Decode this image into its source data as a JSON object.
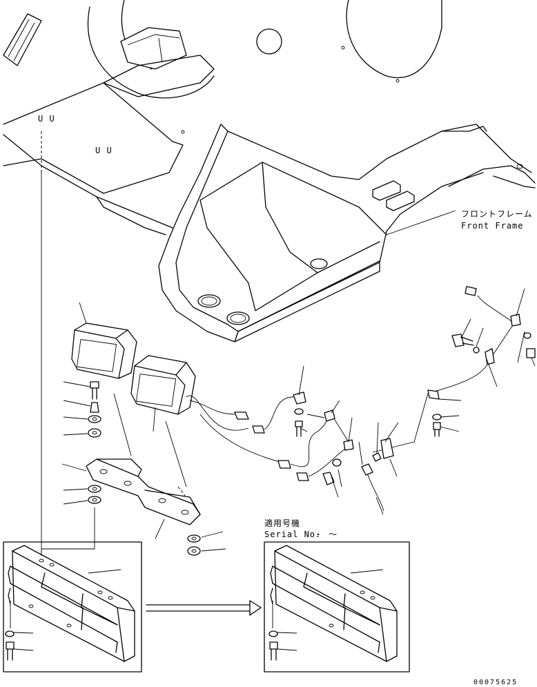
{
  "labels": {
    "front_frame_jp": "フロントフレーム",
    "front_frame_en": "Front Frame",
    "uu_1": "U U",
    "uu_2": "U U",
    "serial_jp": "適用号機",
    "serial_en": "Serial No.",
    "serial_range": "・ ～",
    "drawing_number": "00075625"
  }
}
